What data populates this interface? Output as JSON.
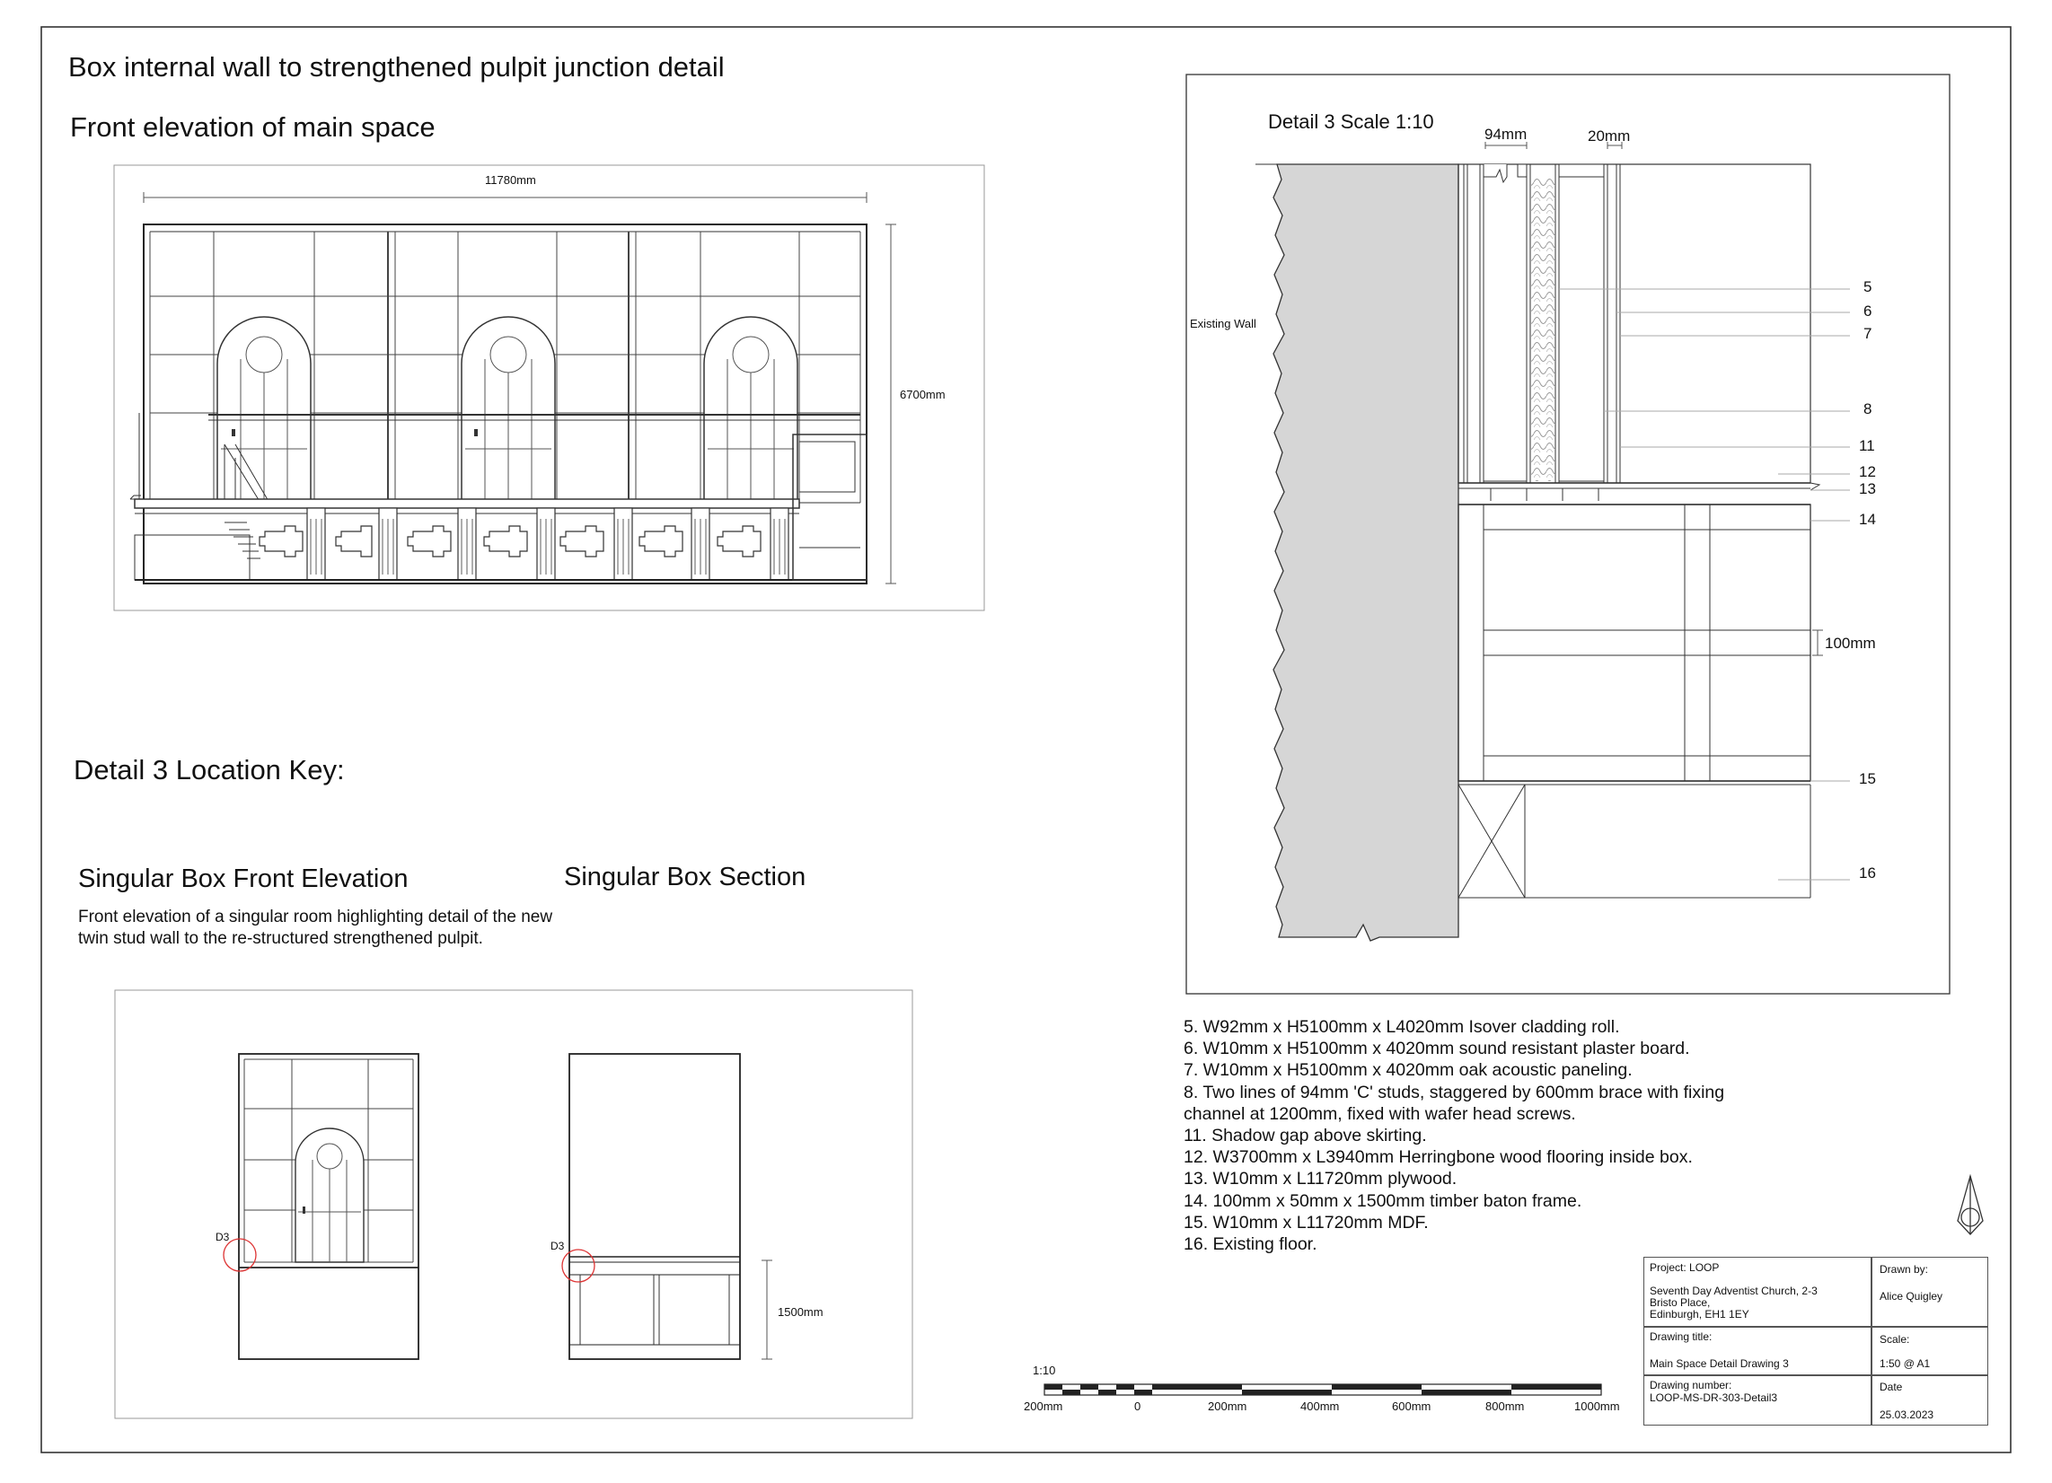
{
  "headings": {
    "main_title": "Box internal wall to strengthened pulpit junction detail",
    "front_elevation": "Front elevation of main space",
    "location_key": "Detail 3 Location Key:",
    "box_front": "Singular Box Front Elevation",
    "box_section": "Singular Box Section",
    "box_description": "Front elevation of a singular room highlighting detail of the new twin stud wall to the re-structured strengthened pulpit.",
    "detail_title": "Detail 3 Scale 1:10"
  },
  "dimensions": {
    "elev_width": "11780mm",
    "elev_height": "6700mm",
    "section_height": "1500mm",
    "stud_width": "94mm",
    "panel_width": "20mm",
    "baton": "100mm"
  },
  "labels": {
    "existing_wall": "Existing Wall",
    "d3_front": "D3",
    "d3_section": "D3"
  },
  "callouts": [
    "5",
    "6",
    "7",
    "8",
    "11",
    "12",
    "13",
    "14",
    "15",
    "16"
  ],
  "notes": [
    "5.  W92mm x H5100mm x L4020mm Isover cladding roll.",
    "6.  W10mm x H5100mm x 4020mm sound resistant plaster board.",
    "7.  W10mm x H5100mm x 4020mm oak acoustic  paneling.",
    "8. Two lines of 94mm 'C' studs, staggered by 600mm brace with fixing",
    "     channel at 1200mm, fixed with wafer head screws.",
    "11. Shadow gap above skirting.",
    "12. W3700mm x L3940mm Herringbone wood flooring inside box.",
    "13. W10mm x L11720mm plywood.",
    "14. 100mm x 50mm x 1500mm timber baton frame.",
    "15. W10mm x L11720mm MDF.",
    "16. Existing floor."
  ],
  "scale_bar": {
    "ratio": "1:10",
    "ticks": [
      "200mm",
      "0",
      "200mm",
      "400mm",
      "600mm",
      "800mm",
      "1000mm"
    ]
  },
  "title_block": {
    "project": "Project: LOOP",
    "address_1": "Seventh Day Adventist Church, 2-3",
    "address_2": "Bristo Place,",
    "address_3": "Edinburgh, EH1 1EY",
    "drawn_by_label": "Drawn by:",
    "drawn_by": "Alice Quigley",
    "drawing_title_label": "Drawing title:",
    "drawing_title": "Main Space Detail Drawing 3",
    "scale_label": "Scale:",
    "scale": "1:50 @ A1",
    "drawing_number_label": "Drawing number:",
    "drawing_number": "LOOP-MS-DR-303-Detail3",
    "date_label": "Date",
    "date": "25.03.2023"
  }
}
